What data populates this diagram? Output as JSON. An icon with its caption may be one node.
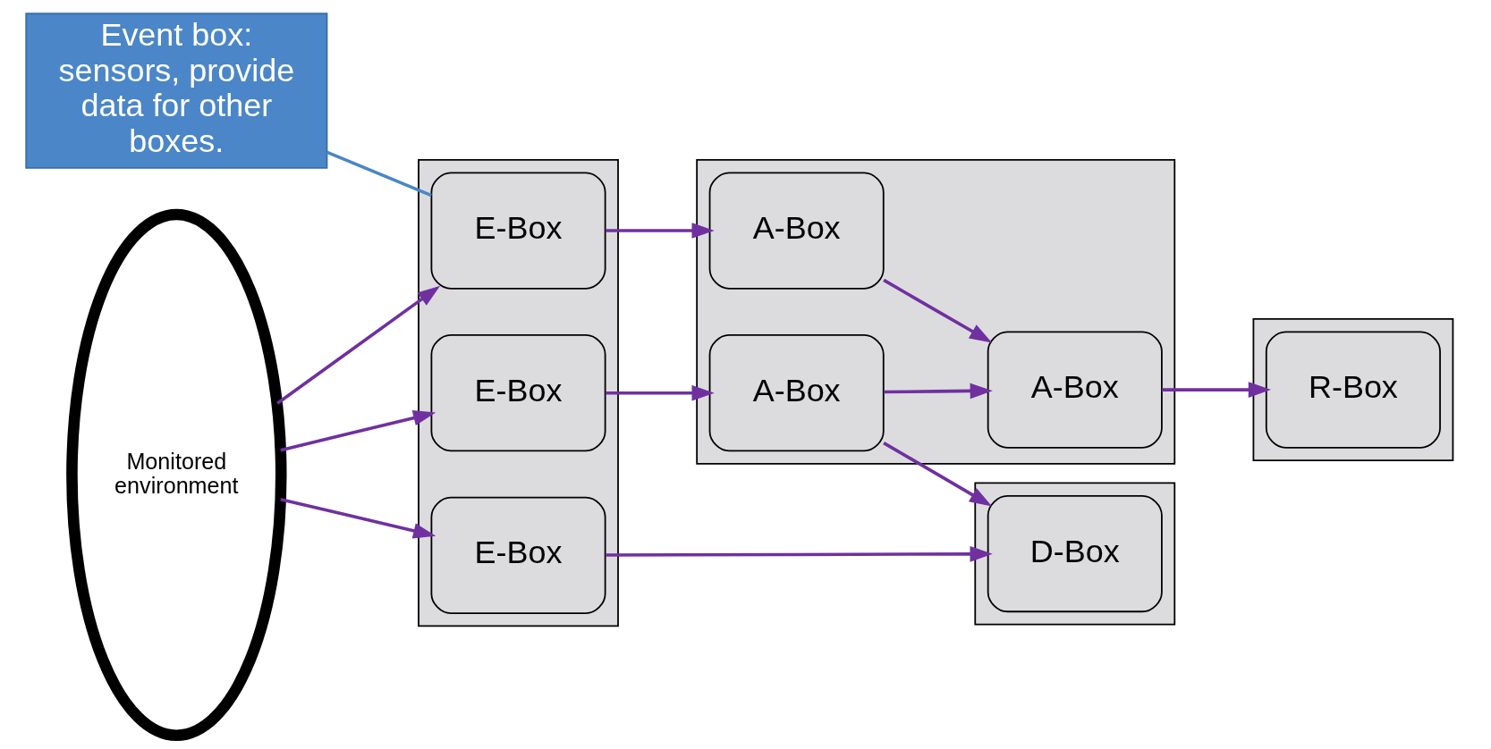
{
  "diagram": {
    "nodes": [
      {
        "text": [
          "Monitored environment"
        ]
      },
      {
        "text": [],
        "shape": "box"
      },
      {
        "text": [
          "E-Box"
        ],
        "in": 1
      },
      {
        "text": [
          "E-Box"
        ],
        "in": 1
      },
      {
        "text": [
          "E-Box"
        ],
        "in": 1
      },
      {
        "text": [],
        "shape": "box"
      },
      {
        "text": [
          "A-Box"
        ],
        "in": 5
      },
      {
        "text": [
          "A-Box"
        ],
        "in": 5
      },
      {
        "text": [
          "A-Box"
        ],
        "in": 5
      },
      {
        "text": [],
        "shape": "box"
      },
      {
        "text": [
          "D-Box"
        ],
        "in": 9
      },
      {
        "text": [],
        "shape": "box"
      },
      {
        "text": [
          "R-Box"
        ],
        "in": 11
      },
      {
        "text": [
          "Event box: sensors, provide data for other boxes."
        ]
      }
    ],
    "edges": [
      {
        "from": 0,
        "to": 2,
        "arrow": "to"
      },
      {
        "from": 0,
        "to": 3,
        "arrow": "to"
      },
      {
        "from": 0,
        "to": 4,
        "arrow": "to"
      },
      {
        "from": 2,
        "to": 6,
        "arrow": "to"
      },
      {
        "from": 3,
        "to": 7,
        "arrow": "to"
      },
      {
        "from": 4,
        "to": 10,
        "arrow": "to"
      },
      {
        "from": 6,
        "to": 8,
        "arrow": "to"
      },
      {
        "from": 7,
        "to": 8,
        "arrow": "to"
      },
      {
        "from": 7,
        "to": 10,
        "arrow": "to"
      },
      {
        "from": 8,
        "to": 12,
        "arrow": "to"
      },
      {
        "from": 13,
        "to": 2,
        "arrow": "none",
        "color": "#4a86c8"
      }
    ]
  }
}
